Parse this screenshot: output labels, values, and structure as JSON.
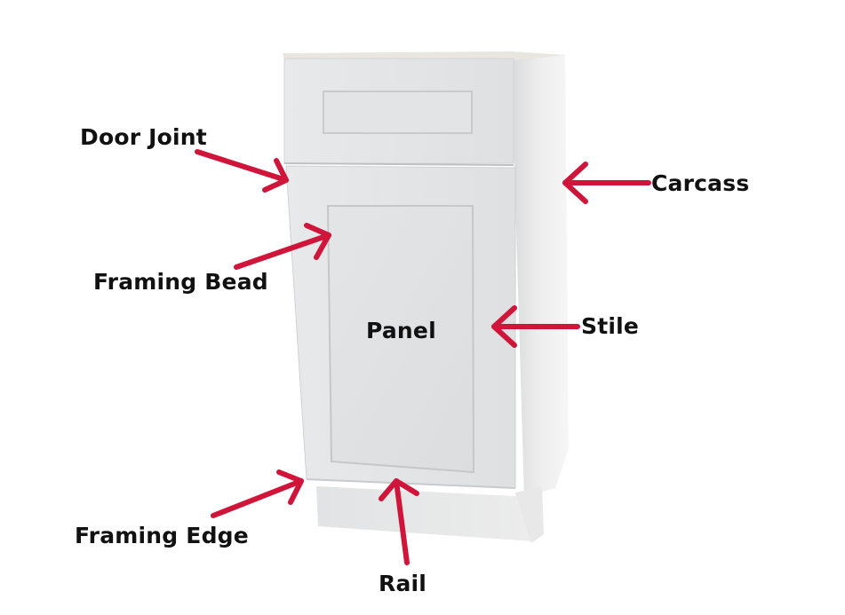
{
  "diagram": {
    "subject": "Base cabinet anatomy",
    "arrow_color": "#d0153a",
    "labels": {
      "door_joint": "Door Joint",
      "carcass": "Carcass",
      "framing_bead": "Framing Bead",
      "panel": "Panel",
      "stile": "Stile",
      "framing_edge": "Framing Edge",
      "rail": "Rail"
    }
  }
}
